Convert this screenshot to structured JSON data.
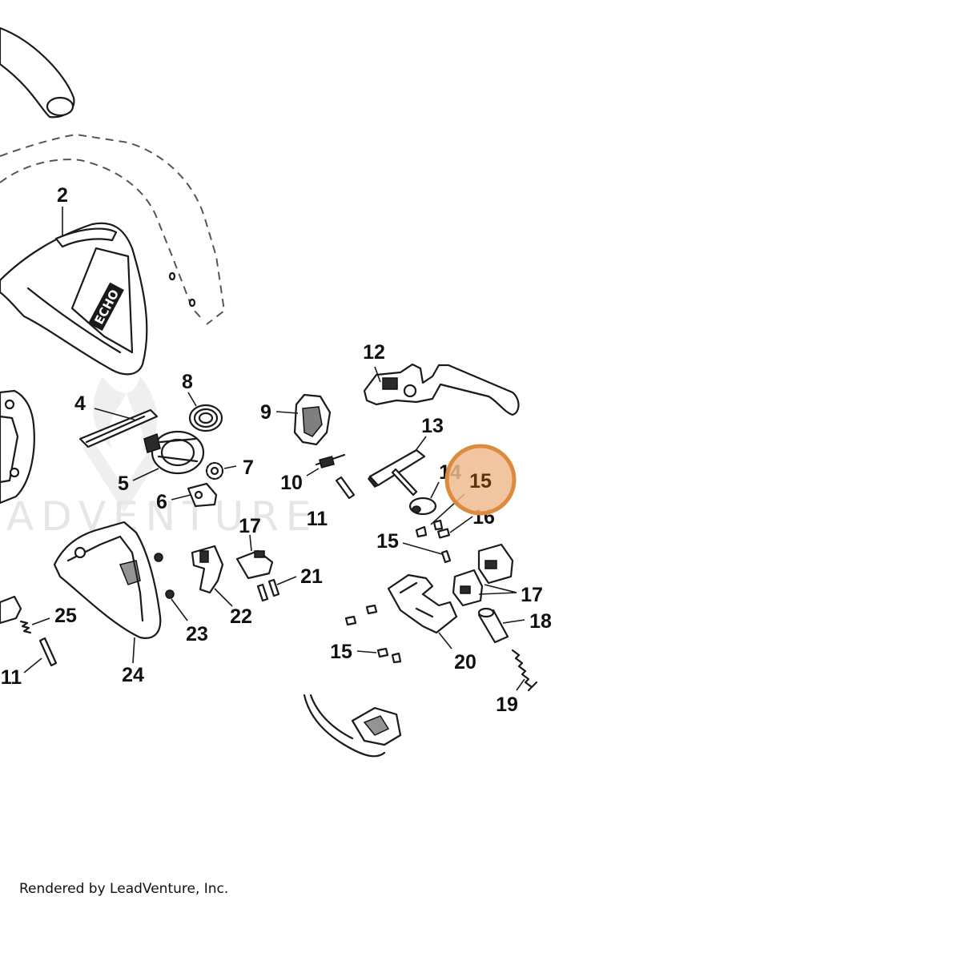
{
  "diagram": {
    "callouts": [
      {
        "id": "c2",
        "text": "2"
      },
      {
        "id": "c4",
        "text": "4"
      },
      {
        "id": "c5",
        "text": "5"
      },
      {
        "id": "c6",
        "text": "6"
      },
      {
        "id": "c7",
        "text": "7"
      },
      {
        "id": "c8",
        "text": "8"
      },
      {
        "id": "c9",
        "text": "9"
      },
      {
        "id": "c10",
        "text": "10"
      },
      {
        "id": "c11a",
        "text": "11"
      },
      {
        "id": "c11b",
        "text": "11"
      },
      {
        "id": "c12",
        "text": "12"
      },
      {
        "id": "c13",
        "text": "13"
      },
      {
        "id": "c14",
        "text": "14"
      },
      {
        "id": "c15b",
        "text": "15"
      },
      {
        "id": "c15c",
        "text": "15"
      },
      {
        "id": "c16",
        "text": "16"
      },
      {
        "id": "c17a",
        "text": "17"
      },
      {
        "id": "c17b",
        "text": "17"
      },
      {
        "id": "c18",
        "text": "18"
      },
      {
        "id": "c19",
        "text": "19"
      },
      {
        "id": "c20",
        "text": "20"
      },
      {
        "id": "c21",
        "text": "21"
      },
      {
        "id": "c22",
        "text": "22"
      },
      {
        "id": "c23",
        "text": "23"
      },
      {
        "id": "c24",
        "text": "24"
      },
      {
        "id": "c25",
        "text": "25"
      }
    ],
    "highlight": {
      "text": "15",
      "color": "#eebb8e",
      "border_color": "#dd8a3e"
    },
    "brand_mark": "ECHO",
    "watermark": "ADVENTURE",
    "credit": "Rendered by LeadVenture, Inc."
  }
}
